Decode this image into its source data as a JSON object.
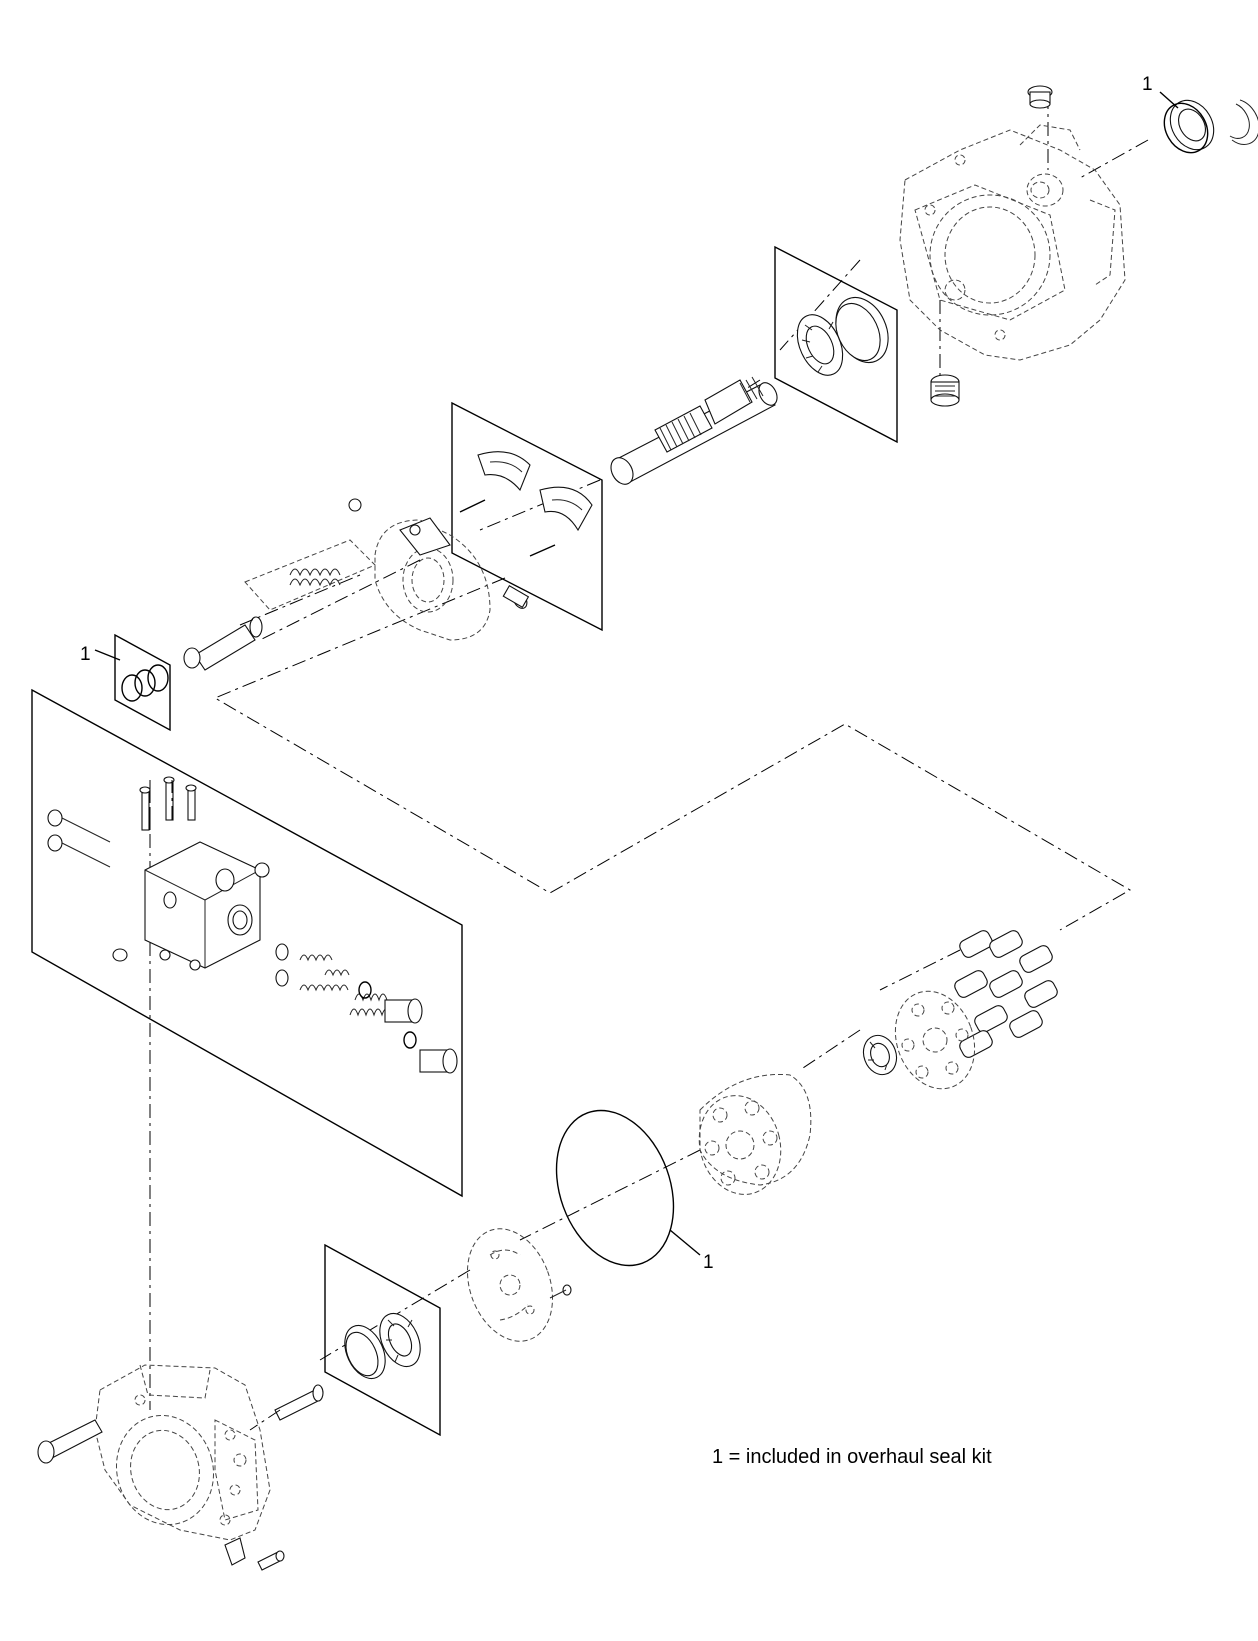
{
  "callouts": {
    "seal": "1",
    "orings": "1",
    "gasket": "1"
  },
  "legend": {
    "text": "1 = included in overhaul seal kit"
  }
}
